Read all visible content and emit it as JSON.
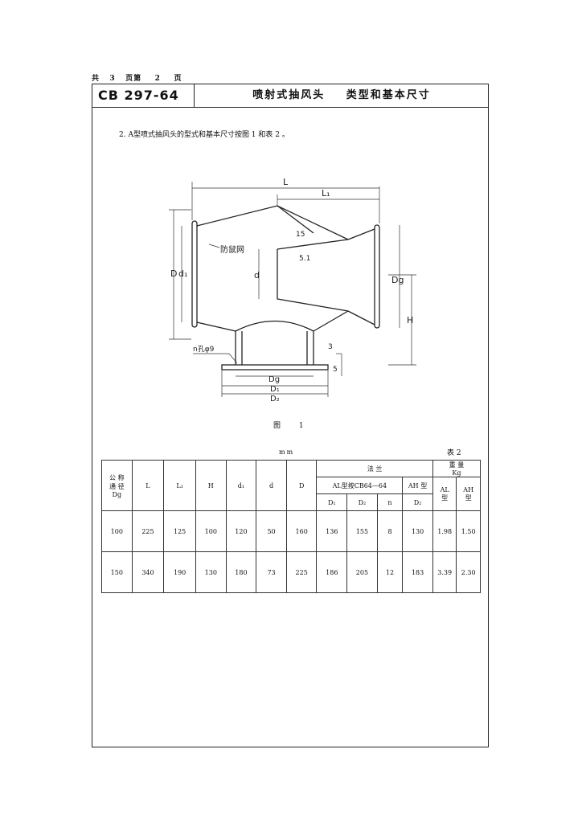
{
  "page_info": {
    "total_label": "共",
    "total": "3",
    "page_label": "页第",
    "current": "2",
    "page_suffix": "页"
  },
  "standard_code": "CB 297-64",
  "title": {
    "part1": "喷射式抽风头",
    "part2": "类型和基本尺寸"
  },
  "intro_text": "2. A型喷式抽风头的型式和基本尺寸按图 1 和表 2 。",
  "figure": {
    "caption": "图 1",
    "labels": {
      "L": "L",
      "L1": "L₁",
      "D": "D",
      "d1": "d₁",
      "d": "d",
      "Dg": "Dg",
      "H": "H",
      "mesh": "防鼠网",
      "n_holes": "n孔φ9",
      "dim_15": "15",
      "dim_5p1": "5.1",
      "dim_3": "3",
      "dim_5": "5",
      "Dg_bottom": "Dg",
      "D1": "D₁",
      "D2": "D₂"
    }
  },
  "table": {
    "unit": "mm",
    "number": "表 2",
    "headers": {
      "nominal": [
        "公 称",
        "通 径",
        "Dg"
      ],
      "L": "L",
      "L1": "L₁",
      "H": "H",
      "d1": "d₁",
      "d": "d",
      "D": "D",
      "flange": "法          兰",
      "al_flange": "AL型按CB64—64",
      "ah_flange": "AH 型",
      "D1": "D₁",
      "D2": "D₂",
      "n": "n",
      "D2b": "D₂",
      "weight": "重    量",
      "weight_unit": "Kg",
      "al_type": [
        "AL",
        "型"
      ],
      "ah_type": [
        "AH",
        "型"
      ]
    },
    "rows": [
      {
        "Dg": "100",
        "L": "225",
        "L1": "125",
        "H": "100",
        "d1": "120",
        "d": "50",
        "D": "160",
        "D1": "136",
        "D2": "155",
        "n": "8",
        "D2b": "130",
        "wAL": "1.98",
        "wAH": "1.50"
      },
      {
        "Dg": "150",
        "L": "340",
        "L1": "190",
        "H": "130",
        "d1": "180",
        "d": "73",
        "D": "225",
        "D1": "186",
        "D2": "205",
        "n": "12",
        "D2b": "183",
        "wAL": "3.39",
        "wAH": "2.30"
      }
    ]
  }
}
